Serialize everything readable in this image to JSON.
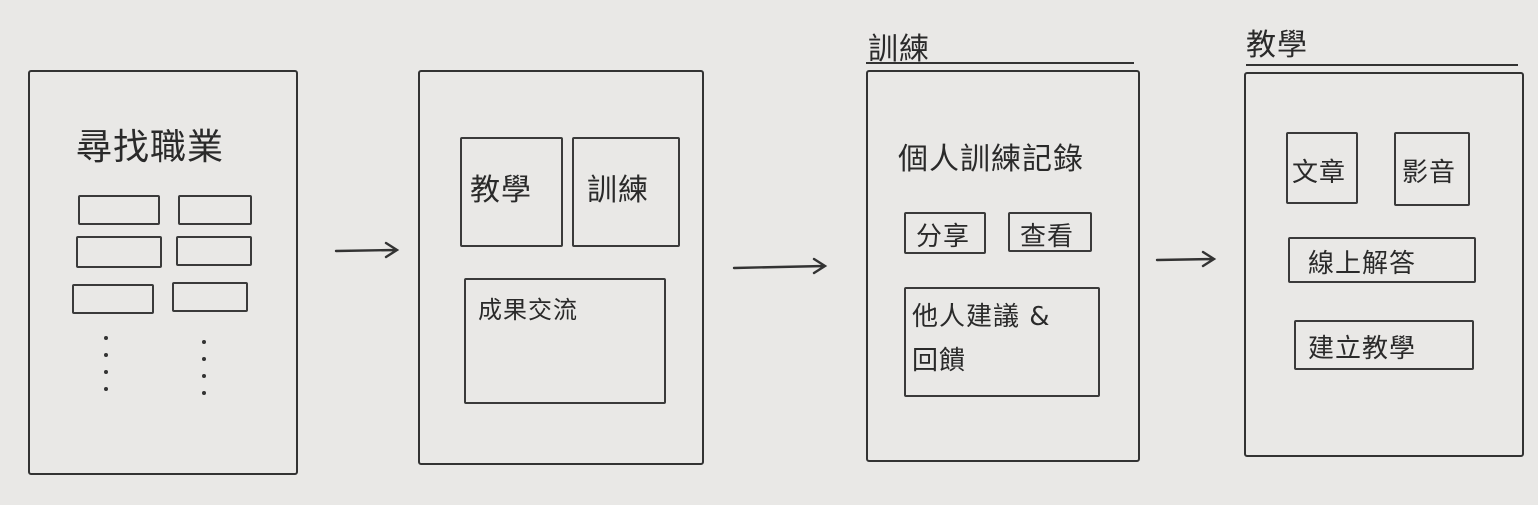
{
  "screens": {
    "find_profession": {
      "title": "尋找職業"
    },
    "home": {
      "teaching_label": "教學",
      "training_label": "訓練",
      "results_label": "成果交流"
    },
    "training": {
      "heading": "訓練",
      "record_title": "個人訓練記錄",
      "share_label": "分享",
      "view_label": "查看",
      "feedback_label_line1": "他人建議 &",
      "feedback_label_line2": "回饋"
    },
    "teaching": {
      "heading": "教學",
      "article_label": "文章",
      "video_label": "影音",
      "qa_label": "線上解答",
      "create_label": "建立教學"
    }
  }
}
